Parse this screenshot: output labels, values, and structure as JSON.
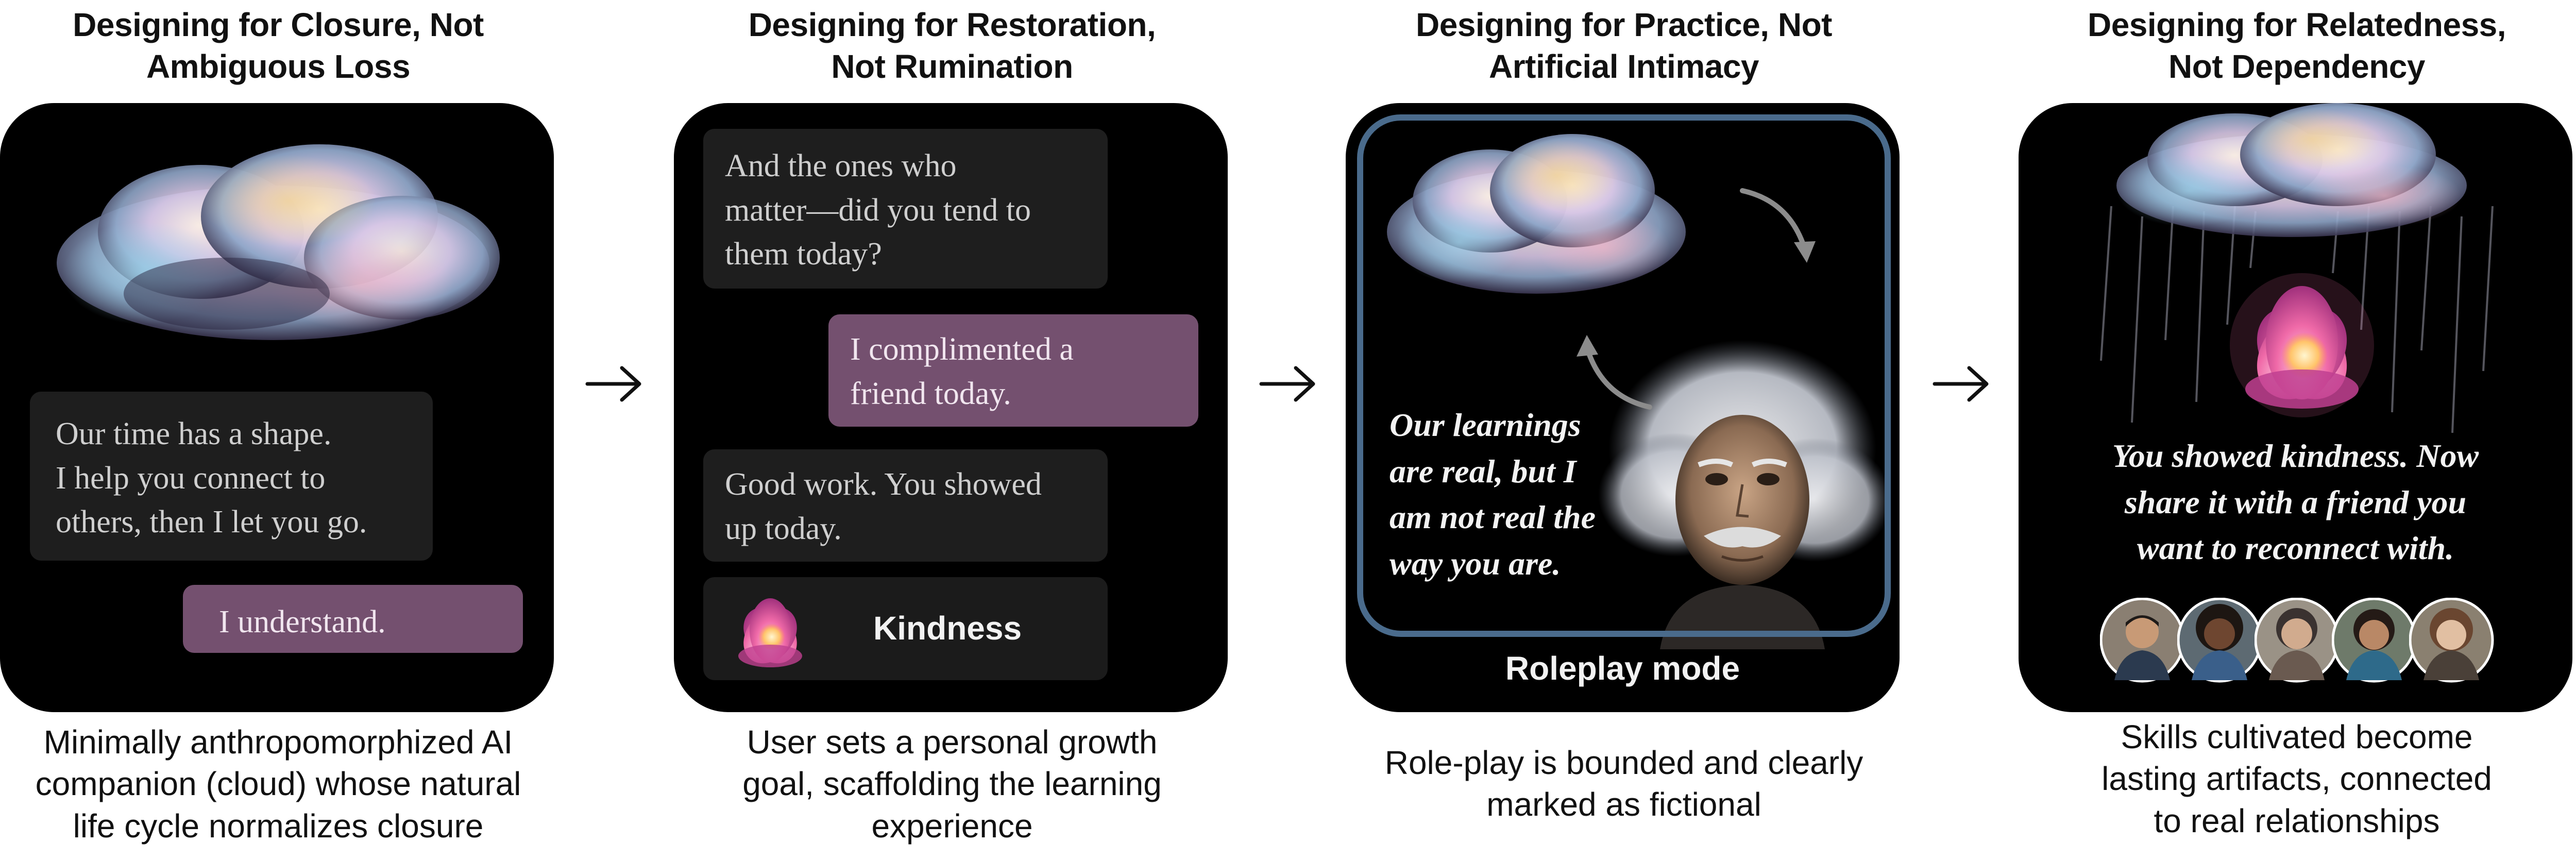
{
  "colors": {
    "panel_bg": "#000000",
    "ai_bubble": "#1e1e1e",
    "user_bubble": "#74506f",
    "roleplay_frame": "#4a6b8c",
    "arrow": "#111111"
  },
  "panels": [
    {
      "title": [
        "Designing for Closure, Not",
        "Ambiguous Loss"
      ],
      "ai_message": [
        "Our time has a shape.",
        "I help you connect to",
        "others, then I let you go."
      ],
      "user_message": "I understand.",
      "caption": [
        "Minimally anthropomorphized AI",
        "companion (cloud) whose natural",
        "life cycle normalizes closure"
      ]
    },
    {
      "title": [
        "Designing for Restoration,",
        "Not Rumination"
      ],
      "ai_message_1": [
        "And the ones who",
        "matter—did you tend to",
        "them today?"
      ],
      "user_message": [
        "I complimented a",
        "friend today."
      ],
      "ai_message_2": [
        "Good work. You showed",
        "up today."
      ],
      "goal_label": "Kindness",
      "caption": [
        "User sets a personal growth",
        "goal, scaffolding the learning",
        "experience"
      ]
    },
    {
      "title": [
        "Designing for Practice, Not",
        "Artificial Intimacy"
      ],
      "quote": [
        "Our learnings",
        "are real, but I",
        "am not real the",
        "way you are."
      ],
      "mode_label": "Roleplay mode",
      "caption": [
        "Role-play is bounded and clearly",
        "marked as fictional"
      ]
    },
    {
      "title": [
        "Designing for Relatedness,",
        "Not Dependency"
      ],
      "message": [
        "You showed kindness. Now",
        "share it with a friend you",
        "want to reconnect with."
      ],
      "caption": [
        "Skills cultivated become",
        "lasting artifacts, connected",
        "to real relationships"
      ]
    }
  ]
}
